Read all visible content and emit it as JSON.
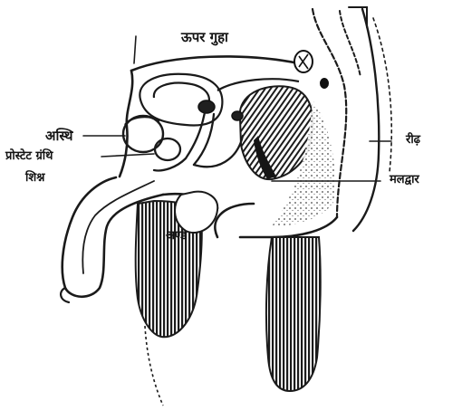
{
  "labels": {
    "top": "ऊपर गुहा",
    "left_1": "अस्थि",
    "left_2": "प्रोस्टेट ग्रंथि",
    "left_3": "शिश्न",
    "center": "अण्ड",
    "right_1": "रीढ़",
    "right_2": "मलद्वार"
  },
  "colors": {
    "ink": "#141414",
    "paper": "#ffffff",
    "hatch": "#2a2a2a"
  }
}
